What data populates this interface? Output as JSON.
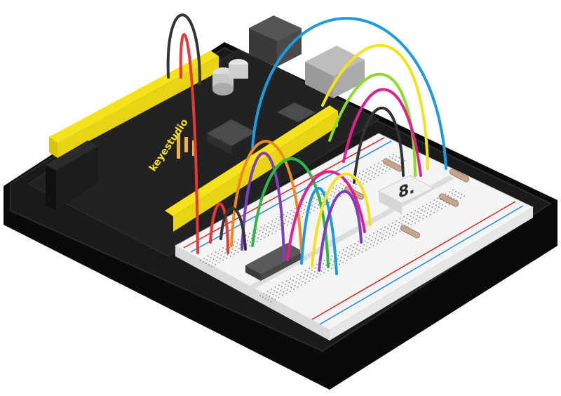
{
  "board": {
    "brand_label": "keyestudio"
  },
  "display": {
    "digit_text": "8."
  },
  "colors": {
    "base_plate": "#141414",
    "board_pcb": "#1e1e1e",
    "header_yellow": "#f5e21a",
    "breadboard": "#f4f4f4",
    "rail_red": "#e02020",
    "rail_blue": "#1e88e5"
  },
  "wire_colors": [
    "black",
    "red",
    "blue",
    "yellow",
    "lime",
    "magenta",
    "orange",
    "purple",
    "green"
  ],
  "components": [
    "arduino-board",
    "breadboard",
    "seven-segment-display",
    "ic-chip",
    "resistors",
    "jumper-wires"
  ]
}
